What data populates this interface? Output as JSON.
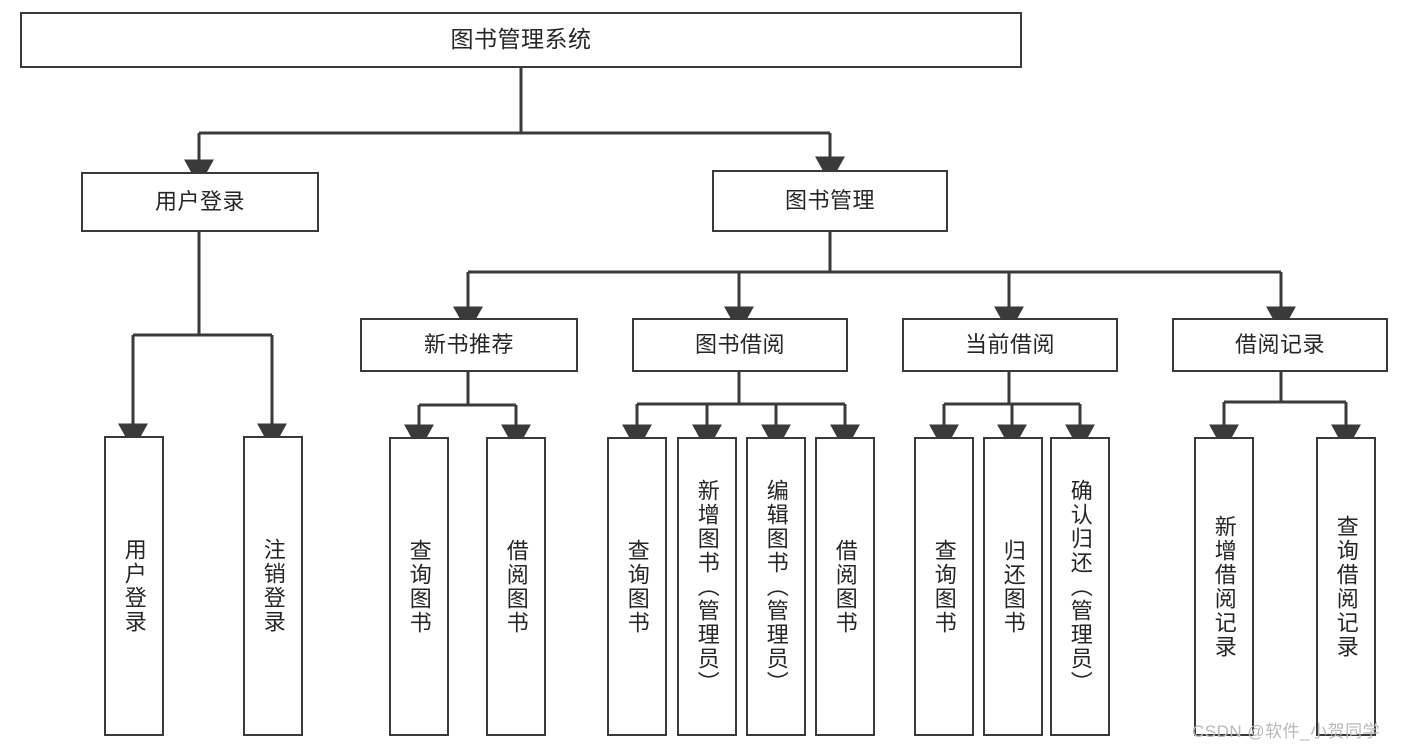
{
  "diagram": {
    "title": "图书管理系统",
    "type": "hierarchy-tree",
    "orientation": "top-down",
    "colors": {
      "box_border": "#3a3a3a",
      "box_fill": "#ffffff",
      "connector": "#3a3a3a",
      "text": "#262626",
      "watermark": "#b9b9b9"
    }
  },
  "nodes": {
    "root": {
      "label": "图书管理系统",
      "level": 1
    },
    "level2": [
      {
        "id": "user-login",
        "label": "用户登录",
        "level": 2
      },
      {
        "id": "book-management",
        "label": "图书管理",
        "level": 2
      }
    ],
    "level3": [
      {
        "id": "new-book-recommend",
        "label": "新书推荐",
        "level": 3,
        "parent": "book-management"
      },
      {
        "id": "book-borrow",
        "label": "图书借阅",
        "level": 3,
        "parent": "book-management"
      },
      {
        "id": "current-borrow",
        "label": "当前借阅",
        "level": 3,
        "parent": "book-management"
      },
      {
        "id": "borrow-record",
        "label": "借阅记录",
        "level": 3,
        "parent": "book-management"
      }
    ],
    "leaves": [
      {
        "id": "leaf-user-login",
        "label": "用户登录",
        "parent": "user-login"
      },
      {
        "id": "leaf-logout-login",
        "label": "注销登录",
        "parent": "user-login"
      },
      {
        "id": "leaf-query-book-1",
        "label": "查询图书",
        "parent": "new-book-recommend"
      },
      {
        "id": "leaf-borrow-book-1",
        "label": "借阅图书",
        "parent": "new-book-recommend"
      },
      {
        "id": "leaf-query-book-2",
        "label": "查询图书",
        "parent": "book-borrow"
      },
      {
        "id": "leaf-add-book",
        "label": "新增图书（管理员）",
        "parent": "book-borrow"
      },
      {
        "id": "leaf-edit-book",
        "label": "编辑图书（管理员）",
        "parent": "book-borrow"
      },
      {
        "id": "leaf-borrow-book-2",
        "label": "借阅图书",
        "parent": "book-borrow"
      },
      {
        "id": "leaf-query-book-3",
        "label": "查询图书",
        "parent": "current-borrow"
      },
      {
        "id": "leaf-return-book",
        "label": "归还图书",
        "parent": "current-borrow"
      },
      {
        "id": "leaf-confirm-return",
        "label": "确认归还（管理员）",
        "parent": "current-borrow"
      },
      {
        "id": "leaf-add-record",
        "label": "新增借阅记录",
        "parent": "borrow-record"
      },
      {
        "id": "leaf-query-record",
        "label": "查询借阅记录",
        "parent": "borrow-record"
      }
    ]
  },
  "watermark": {
    "text": "CSDN @软件_小贺同学"
  }
}
